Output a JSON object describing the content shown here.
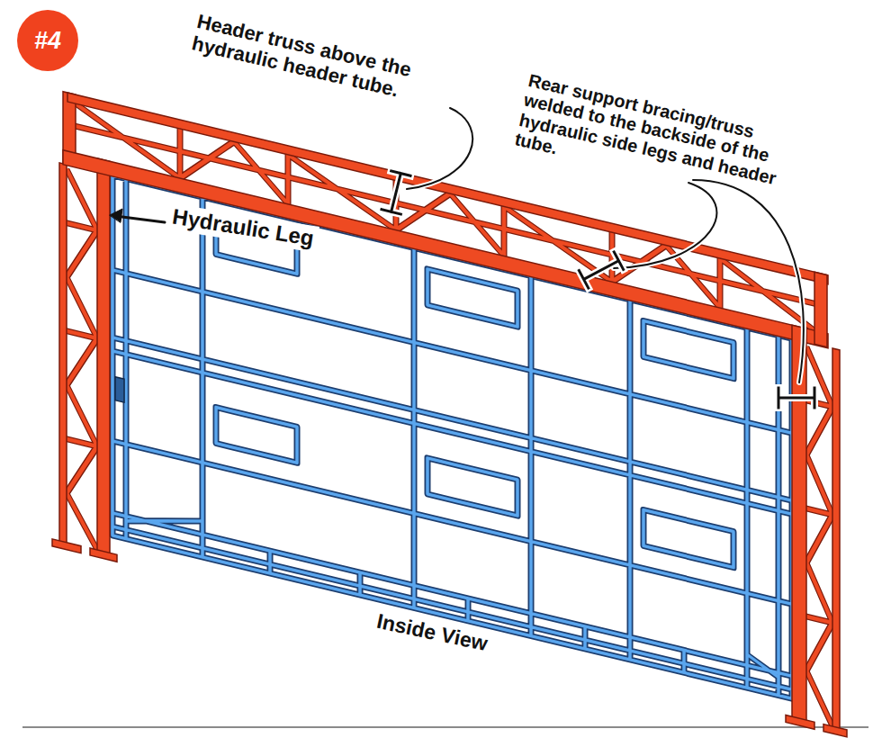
{
  "diagram": {
    "nodes": [
      {
        "text": [
          "#4"
        ]
      }
    ],
    "labels": [
      "Header truss above the hydraulic header tube.",
      "Rear support bracing/truss welded to the backside of the hydraulic side legs and header tube.",
      "Hydraulic Leg",
      "Inside View"
    ]
  }
}
